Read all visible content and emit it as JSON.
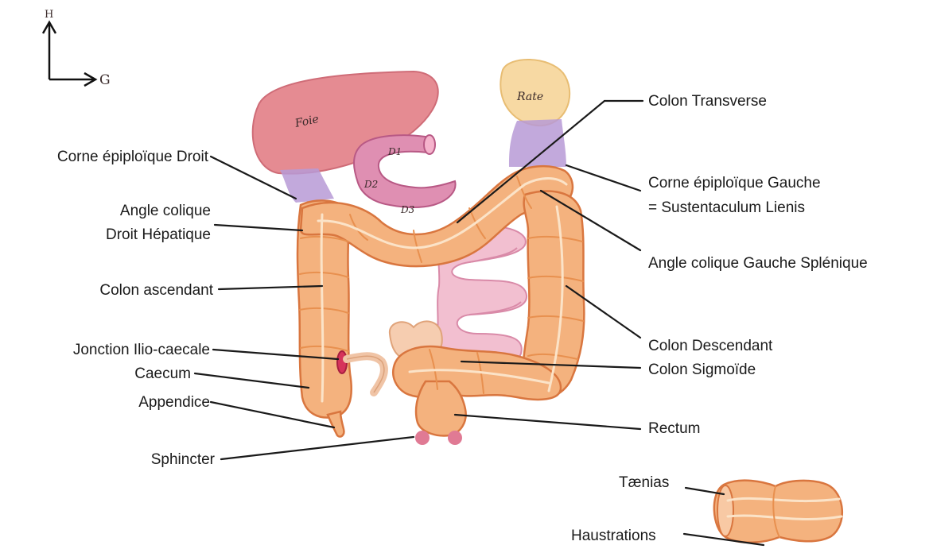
{
  "orientation": {
    "up_label": "H",
    "right_label": "G"
  },
  "organs": {
    "liver_label": "Foie",
    "spleen_label": "Rate",
    "duodenum_labels": [
      "D1",
      "D2",
      "D3"
    ]
  },
  "labels": {
    "corne_droit": "Corne épiploïque Droit",
    "angle_droit_1": "Angle colique",
    "angle_droit_2": "Droit Hépatique",
    "colon_ascendant": "Colon ascendant",
    "jonction": "Jonction Ilio-caecale",
    "caecum": "Caecum",
    "appendice": "Appendice",
    "sphincter": "Sphincter",
    "colon_transverse": "Colon Transverse",
    "corne_gauche_1": "Corne épiploïque Gauche",
    "corne_gauche_2": "= Sustentaculum Lienis",
    "angle_gauche": "Angle colique Gauche Splénique",
    "colon_descendant": "Colon Descendant",
    "colon_sigmoide": "Colon Sigmoïde",
    "rectum": "Rectum",
    "taenias": "Tænias",
    "haustrations": "Haustrations"
  },
  "colors": {
    "colon": "#f4b27e",
    "colon_outline": "#d9763f",
    "liver": "#e58b92",
    "spleen": "#f7d9a3",
    "ligament": "#b79ad6",
    "small_intestine": "#f2bfd0",
    "duodenum": "#df8fb2",
    "sphincter": "#e07a94",
    "junction": "#d6335b"
  }
}
